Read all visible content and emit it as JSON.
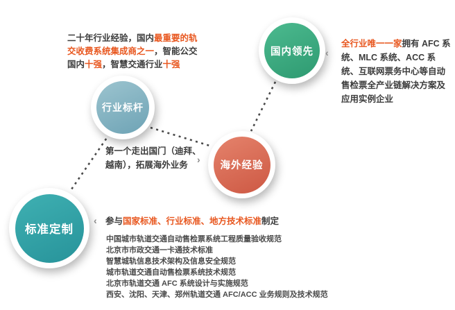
{
  "colors": {
    "highlight_orange": "#e8571f",
    "body_text": "#3c3c3c",
    "list_text": "#4a4a4a",
    "connector_gray": "#4a4a4a"
  },
  "nodes": [
    {
      "id": "industry-benchmark",
      "label": "行业标杆",
      "color_top": "#9cc4cf",
      "color_bottom": "#6ea3b5"
    },
    {
      "id": "domestic-leading",
      "label": "国内领先",
      "color_top": "#4cba8f",
      "color_bottom": "#2e9a71"
    },
    {
      "id": "overseas-experience",
      "label": "海外经验",
      "color_top": "#e5836c",
      "color_bottom": "#cd5843"
    },
    {
      "id": "standard-customization",
      "label": "标准定制",
      "color_top": "#3fb0b2",
      "color_bottom": "#27939a"
    }
  ],
  "paragraphs": {
    "experience": [
      {
        "text": "二十年行业经验，国内",
        "hl": false
      },
      {
        "text": "最重要的轨交收费系统集成商之一",
        "hl": true
      },
      {
        "text": "，智能公交国内",
        "hl": false
      },
      {
        "text": "十强",
        "hl": true
      },
      {
        "text": "，智慧交通行业",
        "hl": false
      },
      {
        "text": "十强",
        "hl": true
      }
    ],
    "unique": [
      {
        "text": "全行业唯一一家",
        "hl": true
      },
      {
        "text": "拥有 AFC 系统、MLC 系统、ACC 系统、互联网票务中心等自动售检票全产业链解决方案及应用实例企业",
        "hl": false
      }
    ],
    "overseas": [
      {
        "text": "第一个走出国门（迪拜、越南），拓展海外业务",
        "hl": false
      }
    ],
    "standards_header": [
      {
        "text": "参与",
        "hl": false
      },
      {
        "text": "国家标准、行业标准、地方技术标准",
        "hl": true
      },
      {
        "text": "制定",
        "hl": false
      }
    ]
  },
  "standards_list": [
    "中国城市轨道交通自动售检票系统工程质量验收规范",
    "北京市市政交通一卡通技术标准",
    "智慧城轨信息技术架构及信息安全规范",
    "城市轨道交通自动售检票系统技术规范",
    "北京市轨道交通 AFC 系统设计与实施规范",
    "西安、沈阳、天津、郑州轨道交通 AFC/ACC 业务规则及技术规范"
  ],
  "chevrons": {
    "left": "‹",
    "right": "›"
  }
}
